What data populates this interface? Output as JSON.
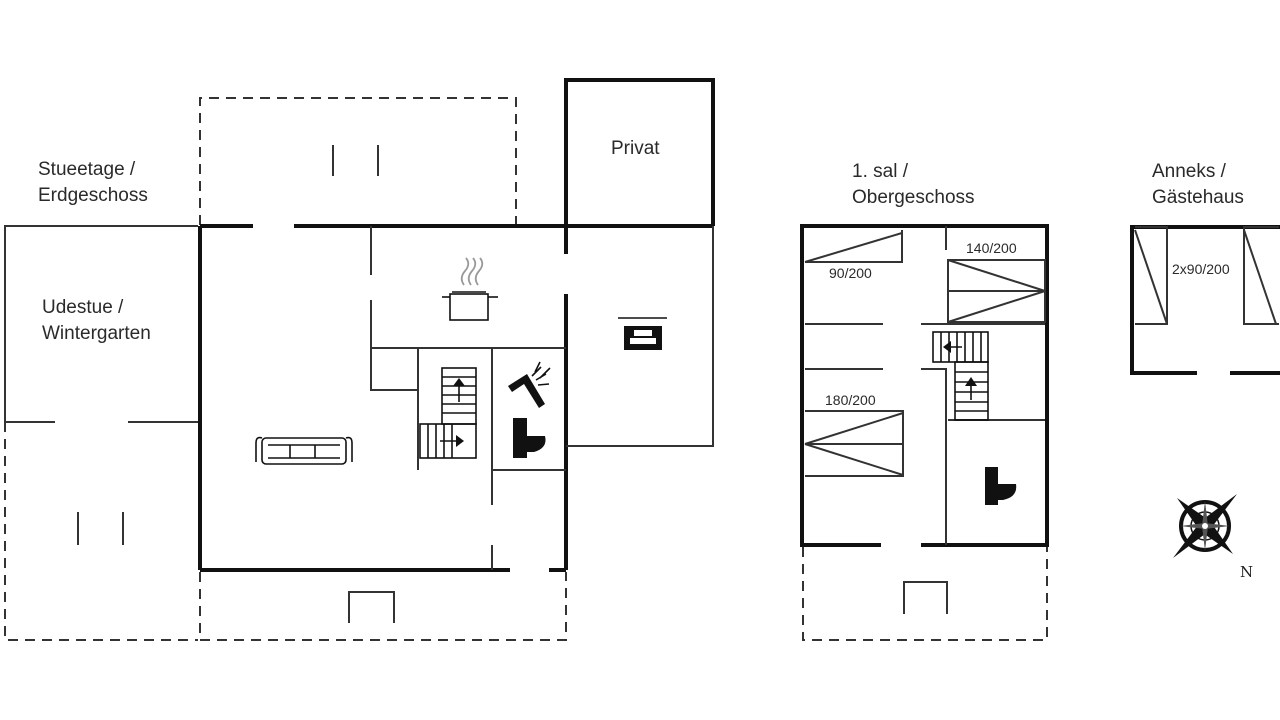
{
  "plans": {
    "ground": {
      "title_line1": "Stueetage /",
      "title_line2": "Erdgeschoss",
      "conservatory_line1": "Udestue /",
      "conservatory_line2": "Wintergarten",
      "private_label": "Privat"
    },
    "first_floor": {
      "title_line1": "1. sal /",
      "title_line2": "Obergeschoss",
      "bed_a": "90/200",
      "bed_b": "140/200",
      "bed_c": "180/200"
    },
    "annex": {
      "title_line1": "Anneks /",
      "title_line2": "Gästehaus",
      "beds": "2x90/200"
    }
  },
  "compass": {
    "north_label": "N"
  },
  "icons": [
    "sofa-icon",
    "cooking-pot-icon",
    "stairs-icon",
    "shower-icon",
    "toilet-icon",
    "bed-icon",
    "compass-icon"
  ]
}
